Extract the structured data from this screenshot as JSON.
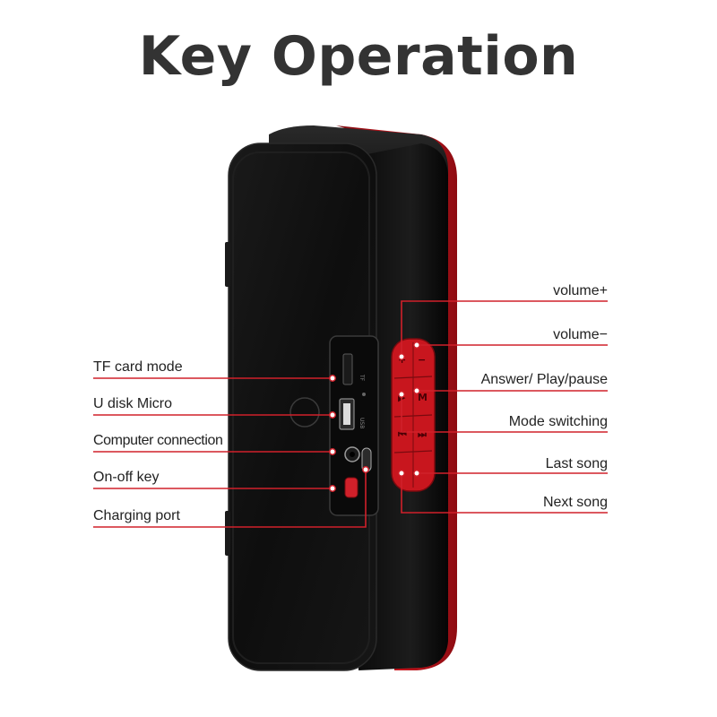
{
  "title": "Key Operation",
  "colors": {
    "accent": "#d0202a",
    "body": "#121212",
    "shell_red": "#c8161e",
    "title_text": "#333333"
  },
  "port_labels": [
    "TF card mode",
    "U disk Micro",
    "Computer connection",
    "On-off key",
    "Charging port"
  ],
  "button_labels": [
    "volume+",
    "volume−",
    "Answer/ Play/pause",
    "Mode switching",
    "Last song",
    "Next song"
  ],
  "button_glyphs": [
    "+",
    "−",
    "▶",
    "M",
    "⏮",
    "⏭"
  ],
  "port_markings": {
    "tf": "TF",
    "usb": "USB"
  }
}
